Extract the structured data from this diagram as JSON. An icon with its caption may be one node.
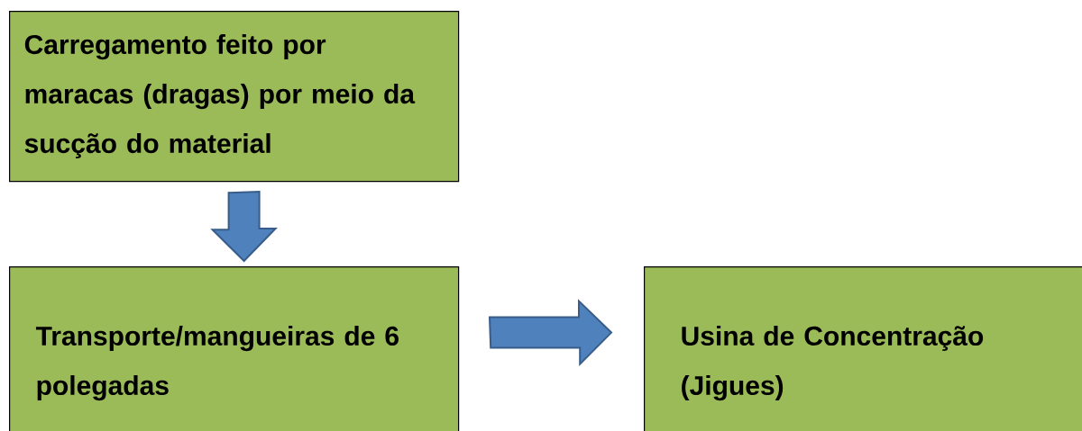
{
  "diagram": {
    "nodes": [
      {
        "text": [
          "Carregamento feito por maracas (dragas) por meio da sucção do material"
        ]
      },
      {
        "text": [
          "Transporte/mangueiras de 6 polegadas"
        ]
      },
      {
        "text": [
          "Usina de Concentração (Jigues)"
        ]
      }
    ],
    "edges": [
      {
        "from": 0,
        "to": 1,
        "arrow": "to"
      },
      {
        "from": 1,
        "to": 2,
        "arrow": "to"
      }
    ]
  }
}
